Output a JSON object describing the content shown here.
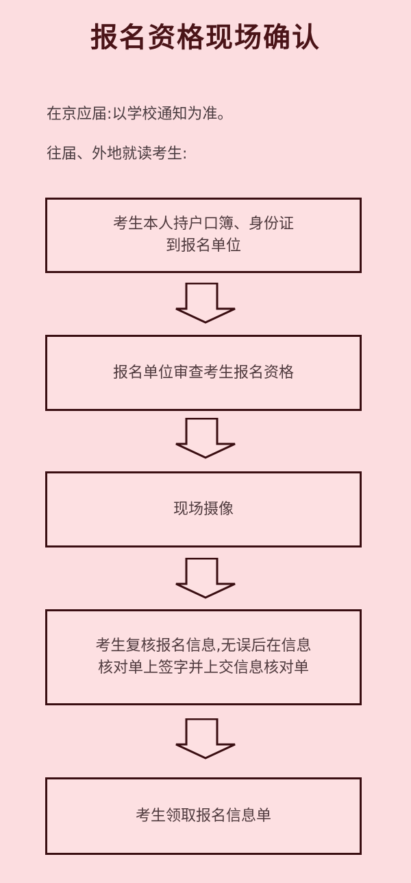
{
  "title": "报名资格现场确认",
  "intro": [
    "在京应届:以学校通知为准。",
    "往届、外地就读考生:"
  ],
  "steps": [
    {
      "label": "考生本人持户口簿、身份证\n到报名单位"
    },
    {
      "label": "报名单位审查考生报名资格"
    },
    {
      "label": "现场摄像"
    },
    {
      "label": "考生复核报名信息,无误后在信息\n核对单上签字并上交信息核对单"
    },
    {
      "label": "考生领取报名信息单"
    }
  ],
  "colors": {
    "background": "#fcdde0",
    "title": "#4a1418",
    "border": "#3a0e12"
  }
}
